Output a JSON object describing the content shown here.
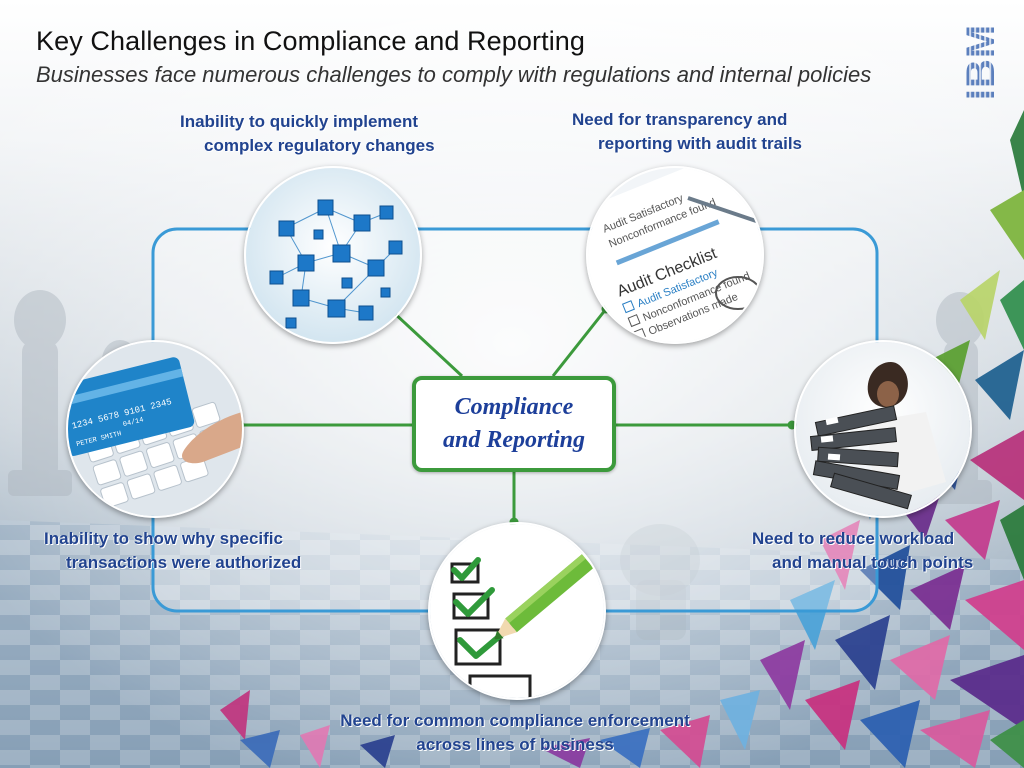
{
  "slide": {
    "title": "Key Challenges in Compliance and Reporting",
    "subtitle": "Businesses face numerous challenges to comply with regulations and internal policies",
    "logo_text": "IBM"
  },
  "center": {
    "line1": "Compliance",
    "line2": "and Reporting"
  },
  "challenges": [
    {
      "line1": "Inability to quickly implement",
      "line2": "complex regulatory changes",
      "icon": "network-cubes-icon"
    },
    {
      "line1": "Need for transparency and",
      "line2": "reporting with audit trails",
      "icon": "audit-checklist-icon"
    },
    {
      "line1": "Inability to show why specific",
      "line2": "transactions were authorized",
      "icon": "credit-card-keyboard-icon"
    },
    {
      "line1": "Need to reduce workload",
      "line2": "and manual touch points",
      "icon": "binders-stack-icon"
    },
    {
      "line1": "Need for common compliance enforcement",
      "line2": "across lines of business",
      "icon": "checklist-pencil-icon"
    }
  ],
  "audit_photo": {
    "heading": "Audit Checklist",
    "items": [
      "Audit Satisfactory",
      "Nonconformance found",
      "Observations made"
    ]
  },
  "card_photo": {
    "number": "1234 5678 9101 2345",
    "expiry": "04/14",
    "name": "PETER SMITH"
  },
  "colors": {
    "connector": "#3c9a3c",
    "label": "#21438f",
    "panel_border": "#3a9ad6",
    "title": "#111111"
  }
}
